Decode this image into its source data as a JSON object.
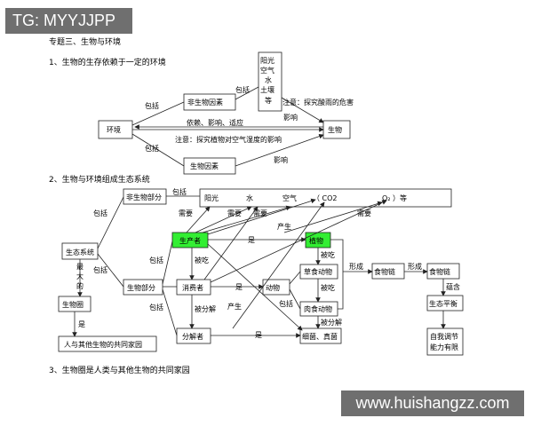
{
  "watermark_top": "TG: MYYJJPP",
  "watermark_bottom": "www.huishangzz.com",
  "heading": "专题三、生物与环境",
  "sec1": {
    "title": "1、生物的生存依赖于一定的环境",
    "environment": "环境",
    "abiotic": "非生物因素",
    "biotic": "生物因素",
    "organism": "生物",
    "factors": [
      "阳光",
      "空气",
      "水",
      "土壤",
      "等"
    ],
    "include1": "包括",
    "include2": "包括",
    "include3": "包括",
    "influence1": "影响",
    "influence2": "影响",
    "relation": "依赖、影响、适应",
    "note_acid": "注意：探究酸雨的危害",
    "note_humidity": "注意：探究植物对空气湿度的影响"
  },
  "sec2": {
    "title": "2、生物与环境组成生态系统",
    "ecosystem": "生态系统",
    "nonliving_part": "非生物部分",
    "living_part": "生物部分",
    "resources": {
      "sun": "阳光",
      "water": "水",
      "air": "空气",
      "co2": "（ CO2",
      "o2": "O₂ ）等"
    },
    "producer": "生产者",
    "consumer": "消费者",
    "decomposer": "分解者",
    "plants": "植物",
    "animals": "动物",
    "herbivores": "草食动物",
    "carnivores": "肉食动物",
    "microbes": "细菌、真菌",
    "food_chain": "食物链",
    "food_web": "食物链",
    "balance": "生态平衡",
    "self_regulation_1": "自我调节",
    "self_regulation_2": "能力有限",
    "biosphere": "生物圈",
    "home": "人与其他生物的共同家园",
    "largest": [
      "最",
      "大",
      "的"
    ],
    "is1": "是",
    "is2": "是",
    "is3": "是",
    "is4": "是",
    "include_a": "包括",
    "include_b": "包括",
    "include_c": "包括",
    "include_d": "包括",
    "include_e": "包括",
    "include_f": "包括",
    "need1": "需要",
    "need2": "需要",
    "need3": "需要",
    "need4": "需要",
    "produce1": "产生",
    "produce2": "产生",
    "eaten1": "被吃",
    "eaten2": "被吃",
    "eaten3": "被吃",
    "eaten4": "被分解",
    "decomposed": "被分解",
    "form1": "形成",
    "form2": "形成",
    "contains": "蕴含"
  },
  "sec3": {
    "title": "3、生物圈是人类与其他生物的共同家园"
  },
  "colors": {
    "highlight": "#33ee33",
    "line": "#222222"
  }
}
